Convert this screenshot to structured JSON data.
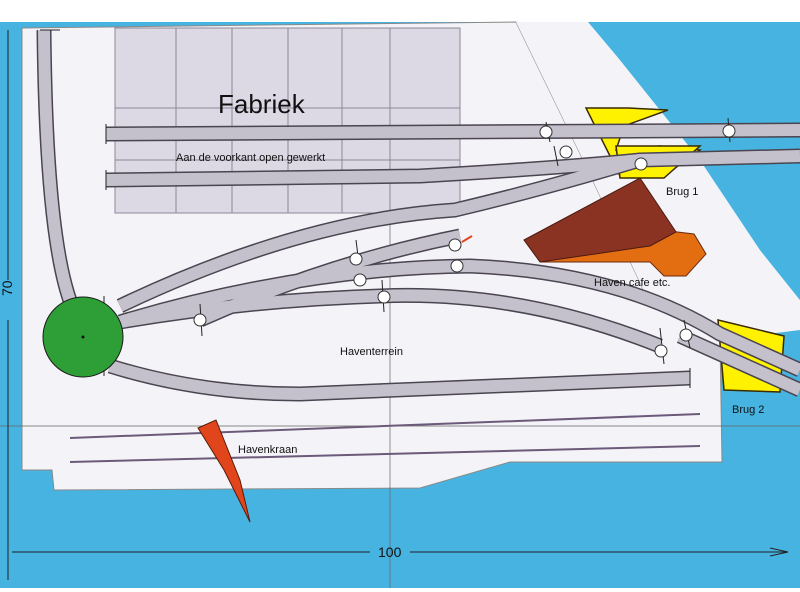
{
  "diagram": {
    "labels": {
      "factory": "Fabriek",
      "factory_note": "Aan de voorkant open gewerkt",
      "bridge_1": "Brug 1",
      "bridge_2": "Brug 2",
      "harbour_cafe": "Haven cafe etc.",
      "harbour_area": "Haventerrein",
      "harbour_crane": "Havenkraan"
    },
    "dimensions": {
      "width": "100",
      "height": "70"
    },
    "colors": {
      "water": "#47b3e0",
      "ground": "#f4f4f8",
      "factory": "#dcd8e4",
      "track_outline": "#4a4550",
      "track_fill": "#c4c0cc",
      "turntable": "#2e9e36",
      "bridge": "#fff200",
      "building_dark": "#8b3322",
      "building_light": "#e36e12",
      "crane": "#e0451c"
    }
  }
}
